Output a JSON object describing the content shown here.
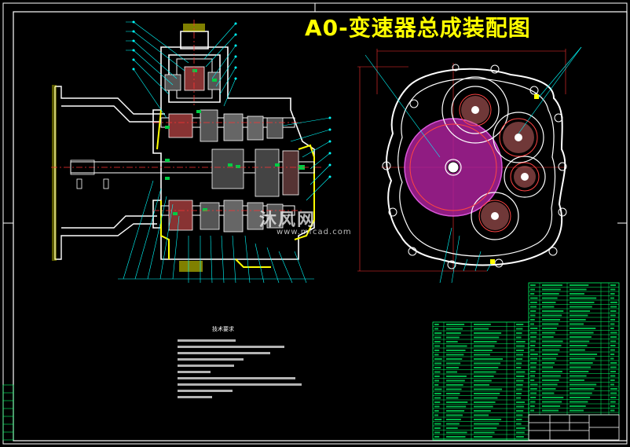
{
  "title": "A0-变速器总成装配图",
  "tech_requirements_heading": "技术要求",
  "watermark": {
    "main": "沐风网",
    "url": "www.mfcad.com"
  },
  "colors": {
    "background": "#000000",
    "frame": "#ffffff",
    "title": "#ffff00",
    "housing_outline": "#ffff00",
    "leader_lines": "#00ffff",
    "table_lines": "#00ff66",
    "center_lines": "#ff3333",
    "gear_fill": "#cc33cc",
    "hatch": "#ff4444"
  },
  "icons": [
    "watermark-logo-icon"
  ]
}
